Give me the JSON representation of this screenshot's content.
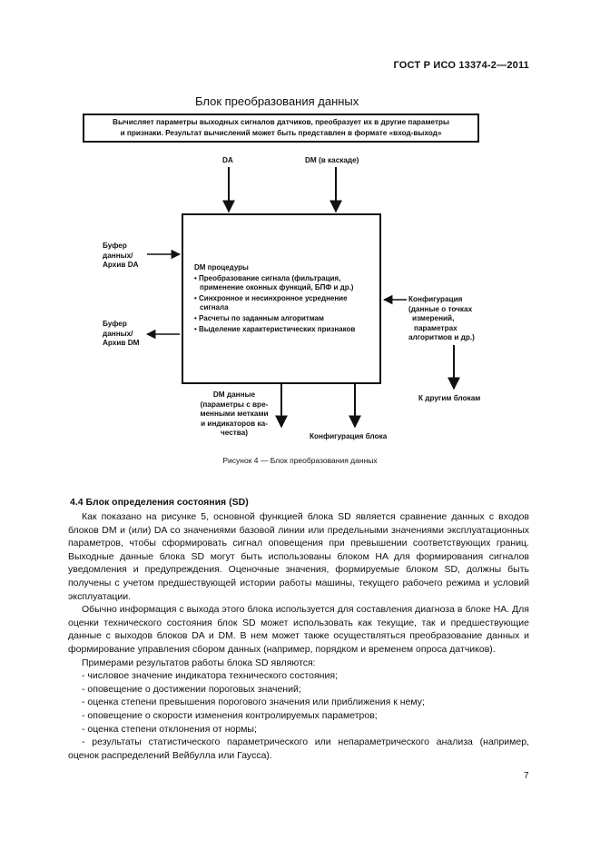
{
  "header": {
    "standard": "ГОСТ Р ИСО 13374-2—2011"
  },
  "figure": {
    "title": "Блок преобразования данных",
    "description_lines": [
      "Вычисляет параметры выходных сигналов датчиков, преобразует их в другие параметры",
      "и признаки. Результат вычислений может быть представлен в формате «вход-выход»"
    ],
    "inputs": {
      "da": "DA",
      "dm": "DM (в каскаде)"
    },
    "left_labels": {
      "buffer_da": [
        "Буфер",
        "данных/",
        "Архив DA"
      ],
      "buffer_dm": [
        "Буфер",
        "данных/",
        "Архив DM"
      ]
    },
    "block": {
      "title": "DM процедуры",
      "items": [
        "• Преобразование сигнала (фильтрация,",
        "  применение оконных функций, БПФ и др.)",
        "• Синхронное и несинхронное усреднение",
        "  сигнала",
        "• Расчеты по заданным алгоритмам",
        "• Выделение характеристических признаков"
      ]
    },
    "config_input": [
      "Конфигурация",
      "(данные о точках",
      "измерений,",
      "параметрах",
      "алгоритмов  и др.)"
    ],
    "to_other_blocks": "К другим блокам",
    "dm_output": [
      "DM данные",
      "(параметры с вре-",
      "менными метками",
      "и индикаторов ка-",
      "чества)"
    ],
    "config_output": "Конфигурация блока",
    "caption": "Рисунок 4 — Блок преобразования данных"
  },
  "section": {
    "title": "4.4  Блок определения состояния (SD)",
    "paragraphs": [
      "Как показано на рисунке 5, основной функцией блока SD является сравнение данных с входов блоков DM и (или) DA со значениями базовой линии или предельными значениями эксплуатационных параметров, чтобы сформировать сигнал оповещения при превышении соответствующих границ. Выходные данные блока SD могут быть использованы блоком HA для формирования сигналов уведомления и предупреждения. Оценочные значения, формируемые блоком SD, должны быть получены с учетом предшествующей истории работы машины, текущего рабочего режима и условий эксплуатации.",
      "Обычно информация с выхода этого блока используется для составления диагноза в блоке HA. Для оценки технического состояния блок SD может использовать как текущие, так и предшествующие данные с выходов блоков DA и DM. В нем может также осуществляться преобразование данных и формирование управления сбором данных (например, порядком и временем опроса датчиков).",
      "Примерами результатов работы блока SD являются:"
    ],
    "list": [
      "- числовое значение индикатора технического состояния;",
      "- оповещение о достижении пороговых значений;",
      "- оценка степени превышения порогового значения или приближения к нему;",
      "- оповещение о скорости изменения контролируемых параметров;",
      "- оценка степени отклонения от нормы;",
      "- результаты статистического параметрического или непараметрического анализа (например, оценок распределений Вейбулла или Гаусса)."
    ]
  },
  "page_number": "7"
}
